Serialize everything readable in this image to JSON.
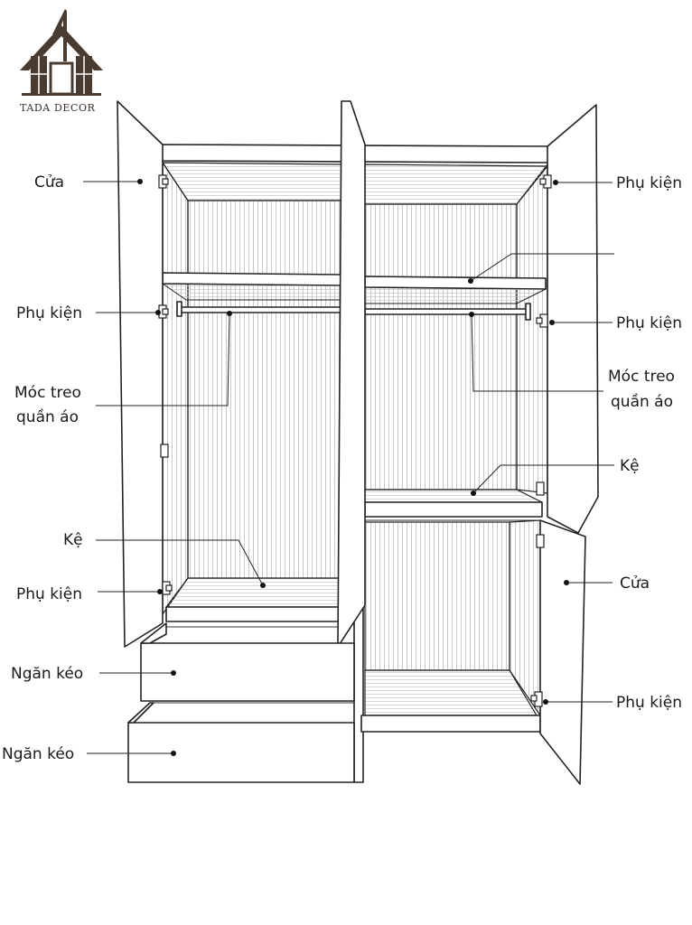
{
  "brand": {
    "name": "TADA DECOR",
    "logo_color": "#4a3b31"
  },
  "labels": {
    "left": {
      "door": "Cửa",
      "accessory_top": "Phụ kiện",
      "hanger_line1": "Móc treo",
      "hanger_line2": "quần áo",
      "shelf": "Kệ",
      "accessory_bottom": "Phụ kiện",
      "drawer_top": "Ngăn kéo",
      "drawer_bottom": "Ngăn kéo"
    },
    "right": {
      "accessory_top": "Phụ kiện",
      "accessory_mid": "Phụ kiện",
      "hanger_line1": "Móc treo",
      "hanger_line2": "quần áo",
      "shelf": "Kệ",
      "door": "Cửa",
      "accessory_bottom": "Phụ kiện"
    }
  }
}
